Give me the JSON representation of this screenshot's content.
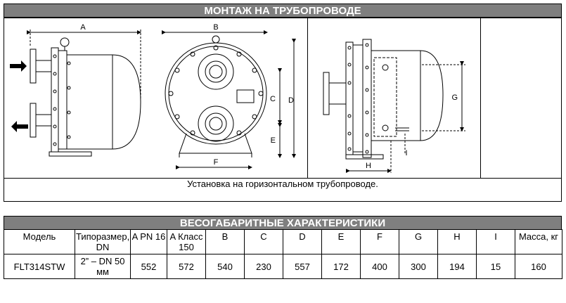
{
  "section_install": {
    "title": "МОНТАЖ НА ТРУБОПРОВОДЕ",
    "caption": "Установка на горизонтальном трубопроводе."
  },
  "dimension_letters": {
    "a": "A",
    "b": "B",
    "c": "C",
    "d": "D",
    "e": "E",
    "f": "F",
    "g": "G",
    "h": "H",
    "i": "I"
  },
  "section_specs": {
    "title": "ВЕСОГАБАРИТНЫЕ ХАРАКТЕРИСТИКИ",
    "headers": [
      "Модель",
      "Типоразмер, DN",
      "A PN 16",
      "A Класс 150",
      "B",
      "C",
      "D",
      "E",
      "F",
      "G",
      "H",
      "I",
      "Масса, кг"
    ],
    "rows": [
      [
        "FLT314STW",
        "2” – DN 50 мм",
        "552",
        "572",
        "540",
        "230",
        "557",
        "172",
        "400",
        "300",
        "194",
        "15",
        "160"
      ]
    ]
  },
  "colors": {
    "band": "#7f7f7f",
    "line": "#000000"
  }
}
